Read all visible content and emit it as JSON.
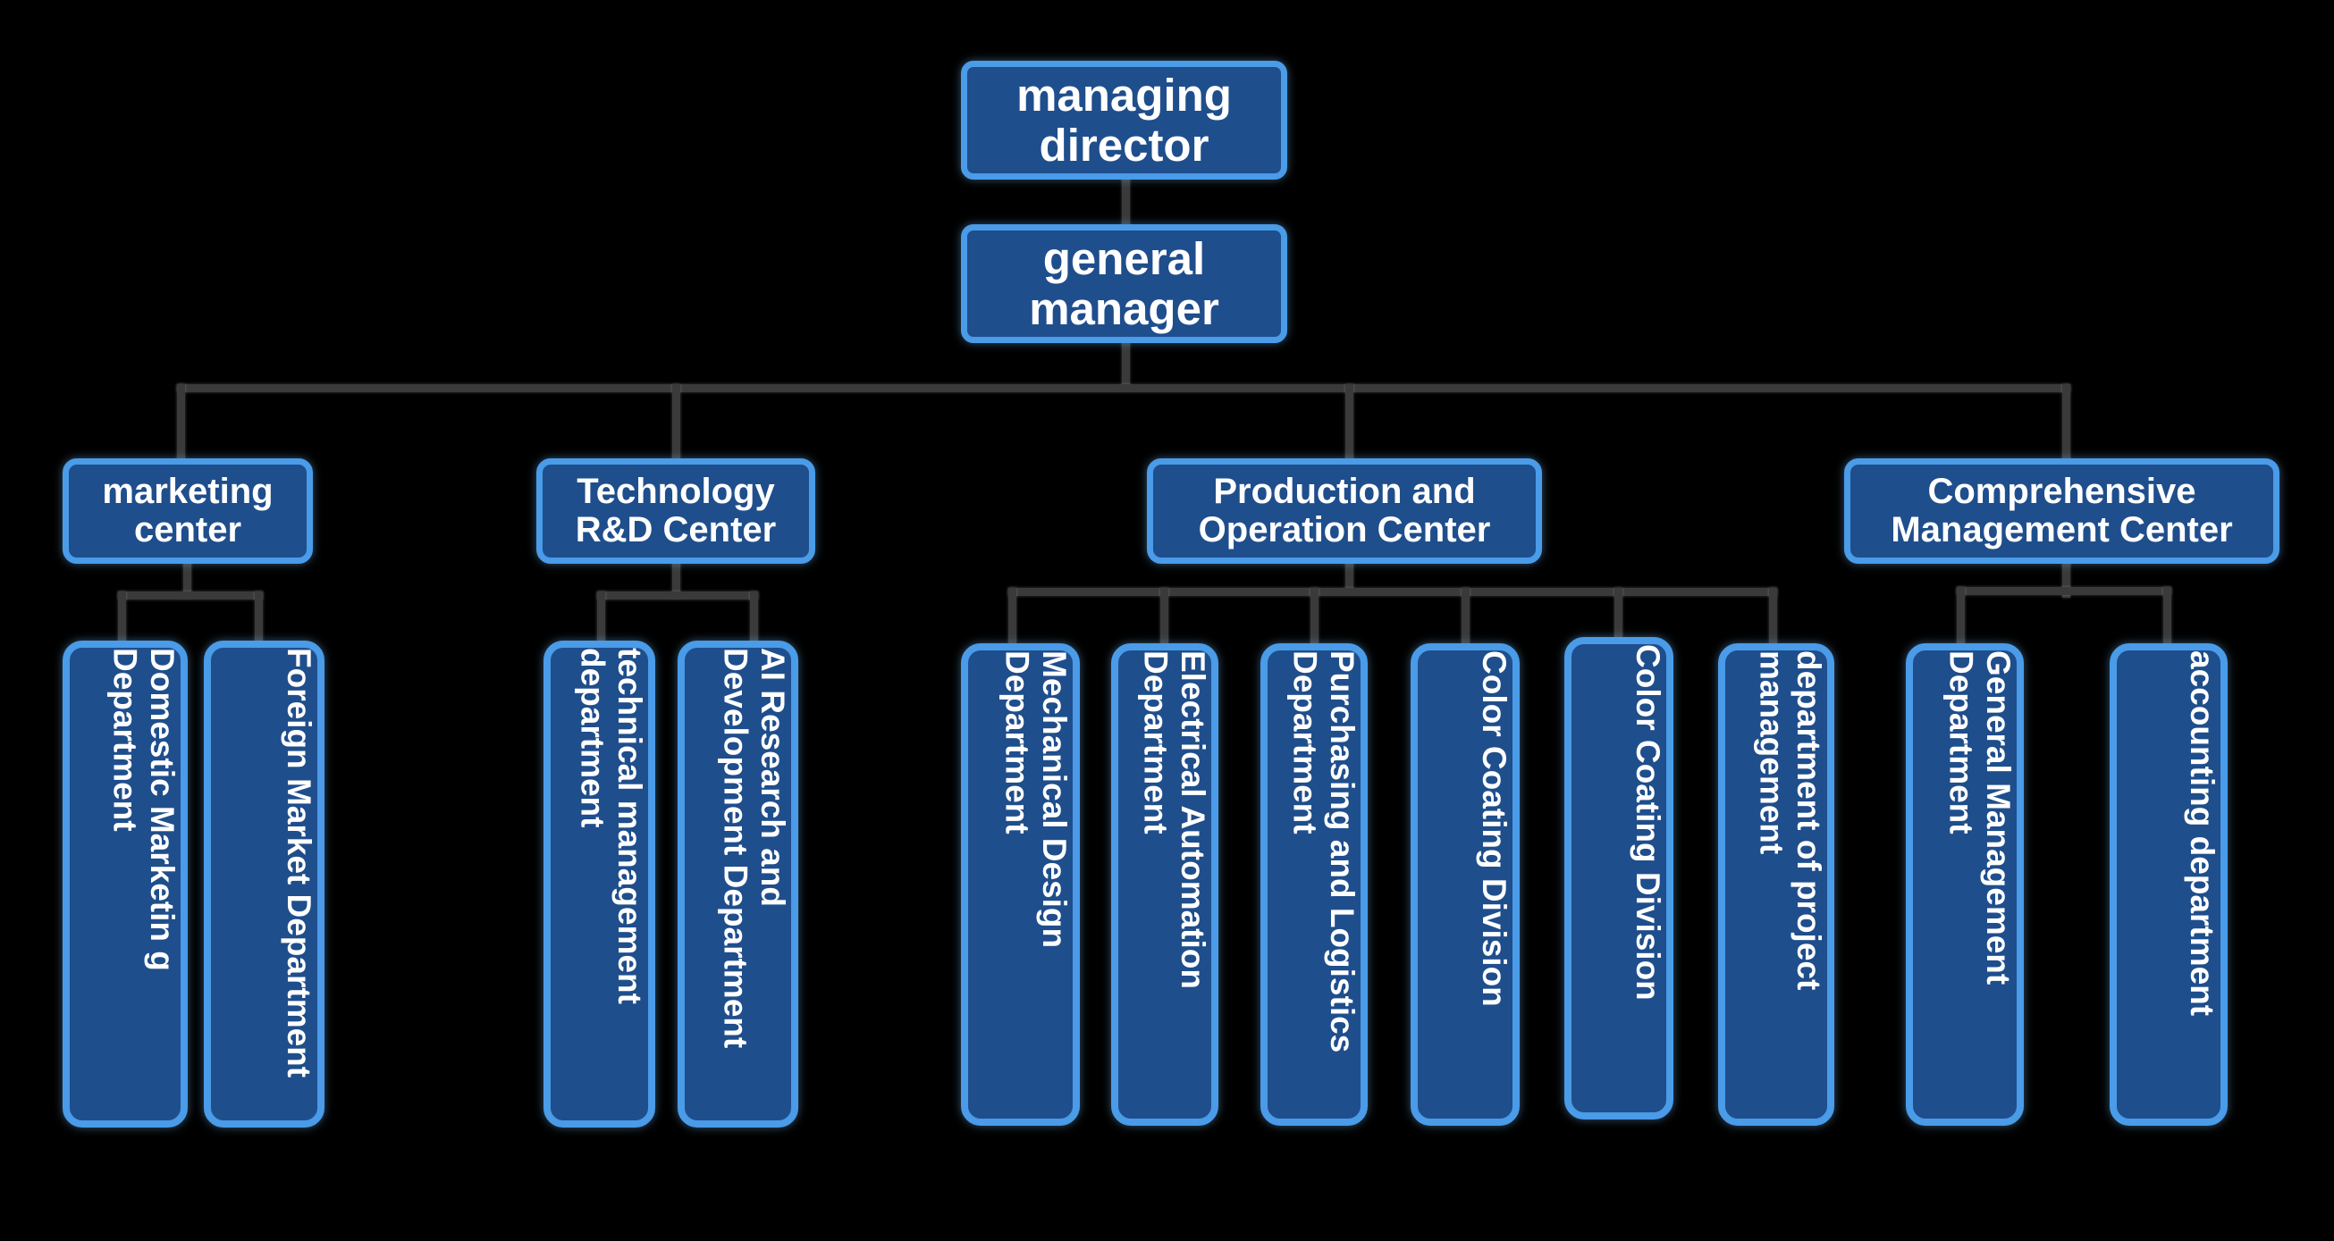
{
  "diagram": {
    "title": "Organizational Structure Chart",
    "colors": {
      "background": "#000000",
      "box_fill": "#1F4E8C",
      "box_border": "#4A9BE8",
      "connector": "#3A3A3A",
      "text": "#FFFFFF"
    }
  },
  "executive": {
    "managing_director": "managing director",
    "general_manager": "general manager"
  },
  "centers": [
    {
      "id": "marketing-center",
      "label": "marketing center"
    },
    {
      "id": "technology-rd-center",
      "label": "Technology R&D Center"
    },
    {
      "id": "production-operation-center",
      "label": "Production and Operation Center"
    },
    {
      "id": "comprehensive-management-center",
      "label": "Comprehensive Management Center"
    }
  ],
  "departments": {
    "marketing": [
      {
        "id": "domestic-marketing-department",
        "label": "Domestic Marketin g Department"
      },
      {
        "id": "foreign-market-department",
        "label": "Foreign Market Department"
      }
    ],
    "technology": [
      {
        "id": "technical-management-department",
        "label": "technical management department"
      },
      {
        "id": "ai-research-and-development-department",
        "label": "AI Research and Development Department"
      }
    ],
    "production": [
      {
        "id": "mechanical-design-department",
        "label": "Mechanical Design Department"
      },
      {
        "id": "electrical-automation-department",
        "label": "Electrical Automation Department"
      },
      {
        "id": "purchasing-and-logistics-department",
        "label": "Purchasing and Logistics Department"
      },
      {
        "id": "color-coating-division-1",
        "label": "Color Coating Division"
      },
      {
        "id": "color-coating-division-2",
        "label": "Color Coating Division"
      },
      {
        "id": "department-of-project-management",
        "label": "department of project management"
      }
    ],
    "comprehensive": [
      {
        "id": "general-management-department",
        "label": "General Management Department"
      },
      {
        "id": "accounting-department",
        "label": "accounting department"
      }
    ]
  }
}
